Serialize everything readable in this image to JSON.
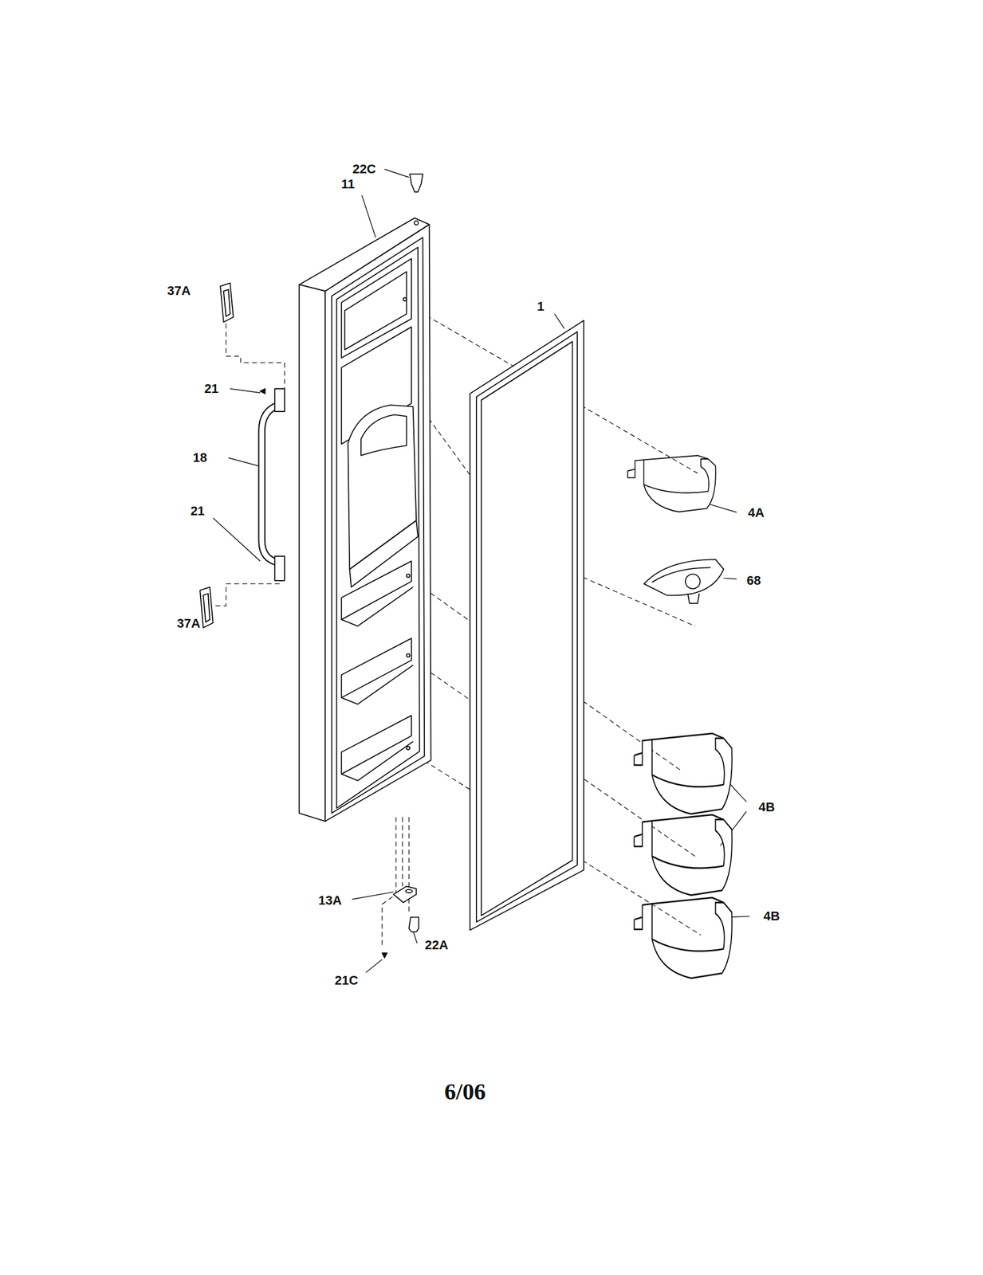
{
  "diagram": {
    "labels": [
      "22C",
      "11",
      "37A",
      "1",
      "21",
      "18",
      "4A",
      "21",
      "68",
      "37A",
      "4B",
      "13A",
      "22A",
      "4B",
      "21C",
      "6/06"
    ]
  }
}
